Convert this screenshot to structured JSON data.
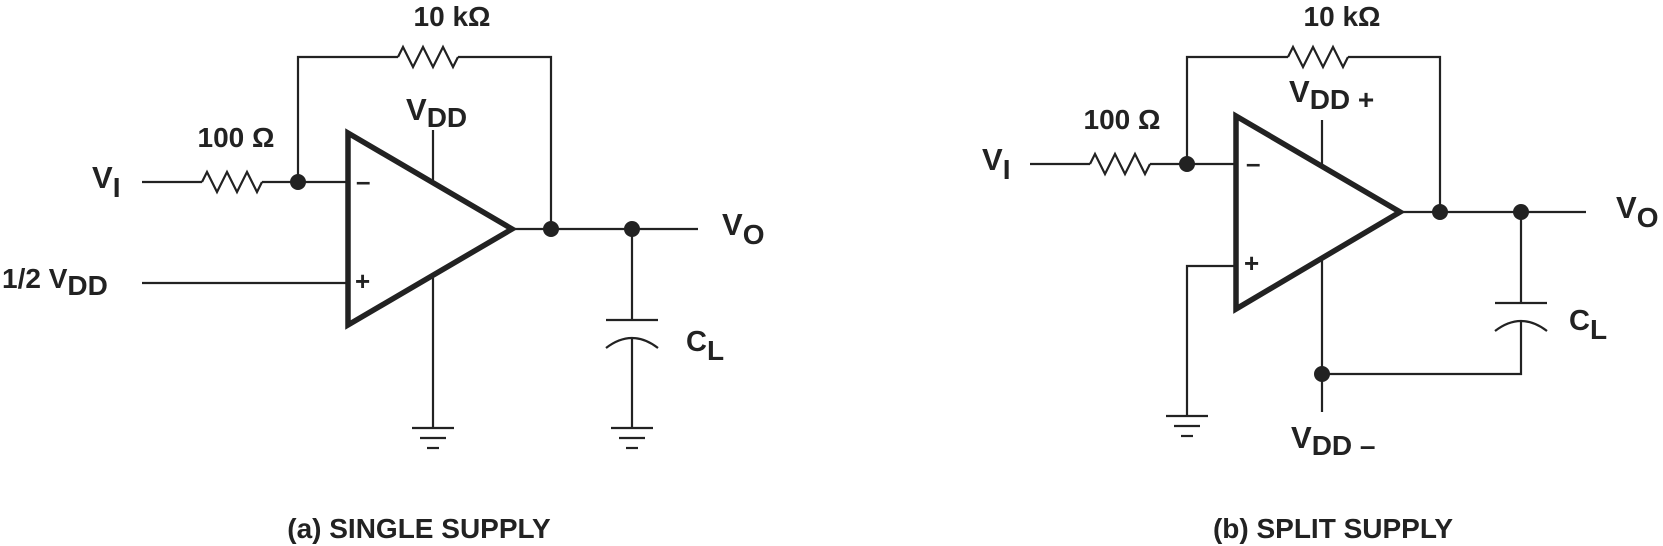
{
  "circuit_a": {
    "feedback_resistor": "10 kΩ",
    "input_resistor": "100 Ω",
    "input_label": {
      "main": "V",
      "sub": "I"
    },
    "reference_label": {
      "main": "1/2 V",
      "sub": "DD"
    },
    "supply_label": {
      "main": "V",
      "sub": "DD"
    },
    "output_label": {
      "main": "V",
      "sub": "O"
    },
    "load_label": {
      "main": "C",
      "sub": "L"
    },
    "inverting_sign": "–",
    "noninverting_sign": "+",
    "caption": "(a) SINGLE SUPPLY"
  },
  "circuit_b": {
    "feedback_resistor": "10 kΩ",
    "input_resistor": "100 Ω",
    "input_label": {
      "main": "V",
      "sub": "I"
    },
    "positive_supply_label": {
      "main": "V",
      "sub": "DD +"
    },
    "negative_supply_label": {
      "main": "V",
      "sub": "DD –"
    },
    "output_label": {
      "main": "V",
      "sub": "O"
    },
    "load_label": {
      "main": "C",
      "sub": "L"
    },
    "inverting_sign": "–",
    "noninverting_sign": "+",
    "caption": "(b) SPLIT SUPPLY"
  }
}
